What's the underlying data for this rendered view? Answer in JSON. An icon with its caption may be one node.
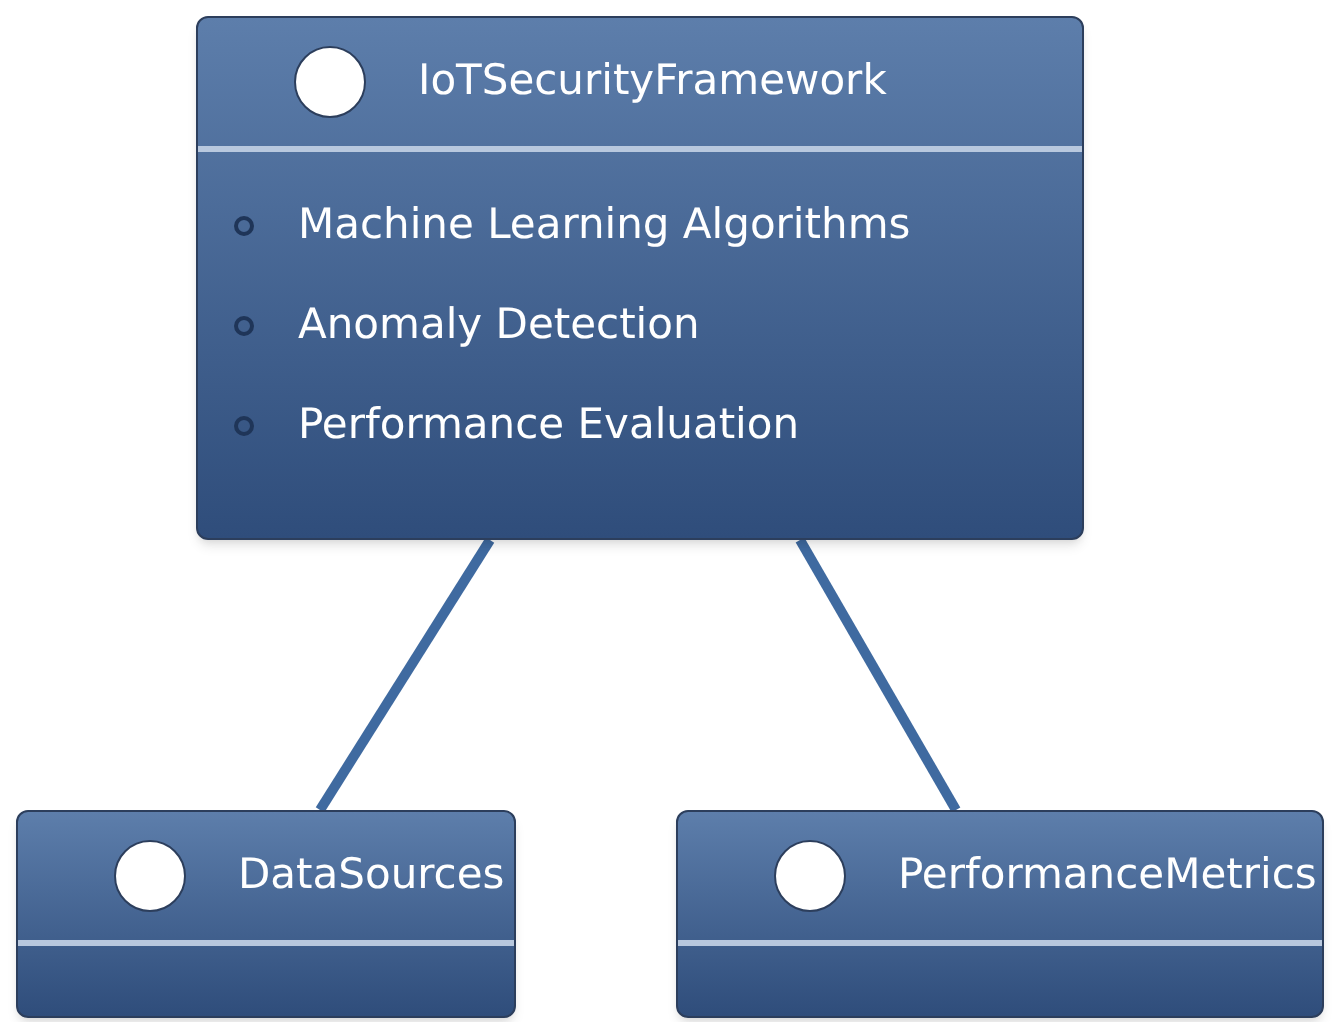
{
  "diagram": {
    "nodes": [
      {
        "text": [
          "IoTSecurityFramework",
          "Machine Learning Algorithms",
          "Anomaly Detection",
          "Performance Evaluation"
        ]
      },
      {
        "text": [
          "DataSources"
        ]
      },
      {
        "text": [
          "PerformanceMetrics"
        ]
      }
    ],
    "edges": [
      {
        "from": 0,
        "to": 1,
        "arrow": "none"
      },
      {
        "from": 0,
        "to": 2,
        "arrow": "none"
      }
    ]
  }
}
